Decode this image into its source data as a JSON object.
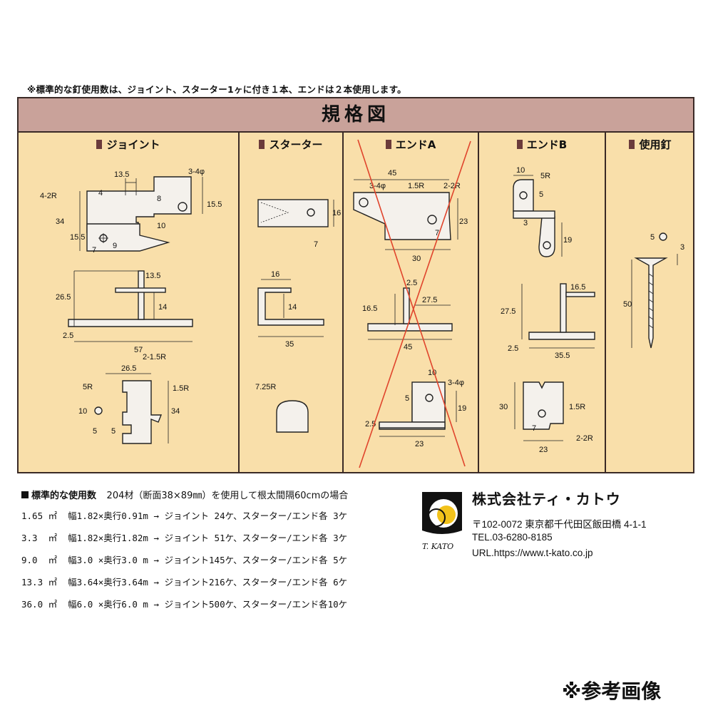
{
  "note_top": "※標準的な釘使用数は、ジョイント、スターター1ヶに付き１本、エンドは２本使用します。",
  "title": "規格図",
  "columns": {
    "joint": "ジョイント",
    "starter": "スターター",
    "endA": "エンドA",
    "endB": "エンドB",
    "nail": "使用釘"
  },
  "dims": {
    "joint_a": [
      "13.5",
      "3-4φ",
      "4-2R",
      "4",
      "8",
      "15.5",
      "34",
      "10",
      "15.5",
      "7",
      "9"
    ],
    "joint_b": [
      "13.5",
      "26.5",
      "14",
      "2.5",
      "57"
    ],
    "joint_c": [
      "2-1.5R",
      "26.5",
      "5R",
      "1.5R",
      "10",
      "5",
      "34",
      "5"
    ],
    "starter_a": [
      "16",
      "7"
    ],
    "starter_b": [
      "16",
      "14",
      "35"
    ],
    "starter_c": [
      "7.25R"
    ],
    "endA_a": [
      "45",
      "3-4φ",
      "1.5R",
      "2-2R",
      "23",
      "30",
      "7"
    ],
    "endA_b": [
      "2.5",
      "16.5",
      "27.5",
      "45"
    ],
    "endA_c": [
      "10",
      "3-4φ",
      "5",
      "19",
      "2.5",
      "23"
    ],
    "endB_a": [
      "10",
      "5R",
      "5",
      "3",
      "19"
    ],
    "endB_b": [
      "16.5",
      "27.5",
      "2.5",
      "35.5"
    ],
    "endB_c": [
      "30",
      "1.5R",
      "7",
      "2-2R",
      "23"
    ],
    "nail": [
      "5",
      "3",
      "50"
    ]
  },
  "usage": {
    "title": "標準的な使用数",
    "subtitle": "204材（断面38×89㎜）を使用して根太間隔60cmの場合",
    "rows": [
      "1.65 ㎡  幅1.82×奥行0.91m → ジョイント 24ケ、スターター/エンド各 3ケ",
      "3.3  ㎡  幅1.82×奥行1.82m → ジョイント 51ケ、スターター/エンド各 3ケ",
      "9.0  ㎡  幅3.0 ×奥行3.0 m → ジョイント145ケ、スターター/エンド各 5ケ",
      "13.3 ㎡  幅3.64×奥行3.64m → ジョイント216ケ、スターター/エンド各 6ケ",
      "36.0 ㎡  幅6.0 ×奥行6.0 m → ジョイント500ケ、スターター/エンド各10ケ"
    ]
  },
  "company": {
    "name": "株式会社ティ・カトウ",
    "address": "〒102-0072 東京都千代田区飯田橋 4-1-1",
    "tel": "TEL.03-6280-8185",
    "url": "URL.https://www.t-kato.co.jp",
    "logo_text": "T. KATO"
  },
  "reference_note": "※参考画像",
  "colors": {
    "sheet": "#f9dfaa",
    "title_bar": "#c9a29a",
    "cross": "#e0442c",
    "logo_yellow": "#f2c21b"
  }
}
